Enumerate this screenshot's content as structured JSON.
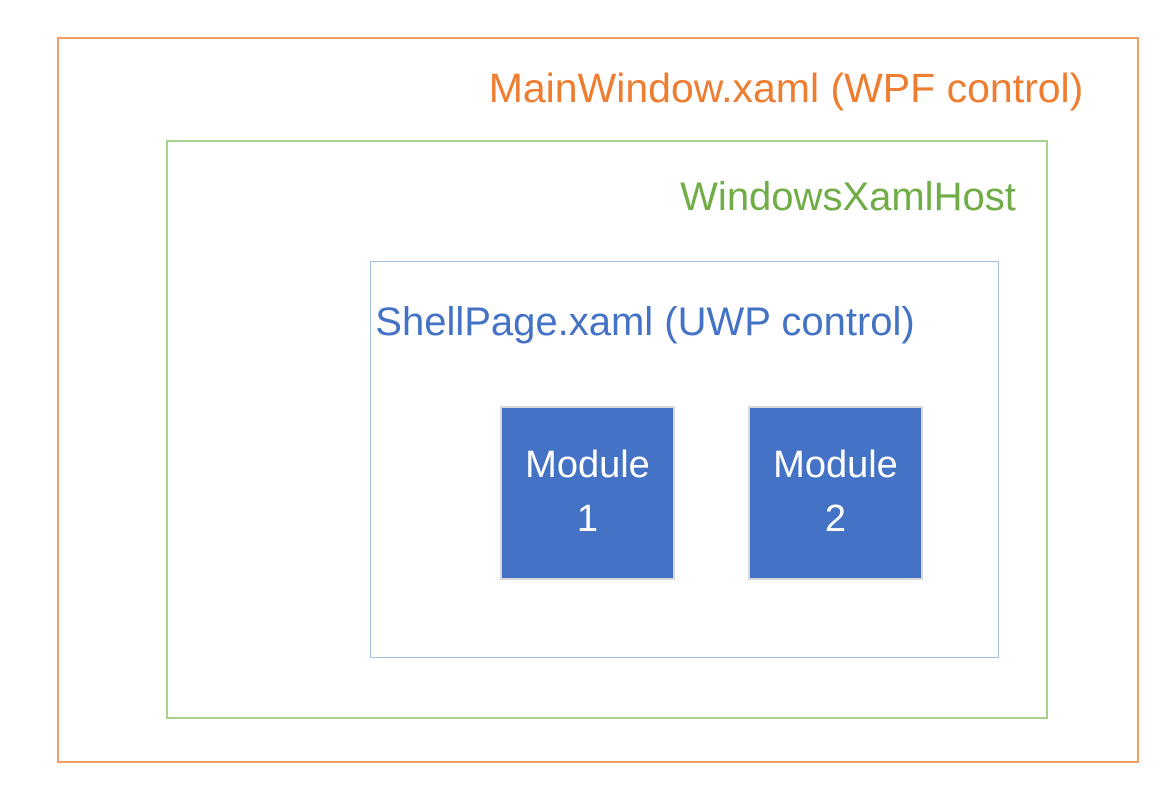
{
  "diagram": {
    "outer_box": {
      "label": "MainWindow.xaml (WPF control)",
      "text_color": "#ED7D31",
      "border_color": "#F19D64"
    },
    "host_box": {
      "label": "WindowsXamlHost",
      "text_color": "#70AD47",
      "border_color": "#A9D18E"
    },
    "shell_box": {
      "label": "ShellPage.xaml (UWP control)",
      "text_color": "#4472C4",
      "border_color": "#A6C0DF"
    },
    "modules": [
      {
        "name": "Module",
        "number": "1"
      },
      {
        "name": "Module",
        "number": "2"
      }
    ],
    "module_style": {
      "fill_color": "#4472C4",
      "border_color": "#D9D9D9",
      "text_color": "#FFFFFF"
    }
  }
}
